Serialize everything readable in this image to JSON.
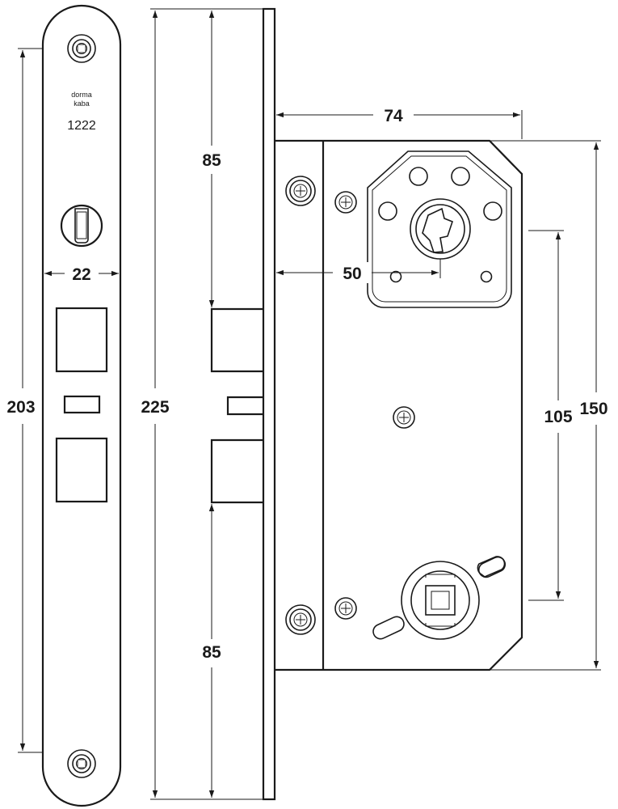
{
  "faceplate": {
    "brand_line1": "dorma",
    "brand_line2": "kaba",
    "model": "1222"
  },
  "dimensions": {
    "faceplate_length": "203",
    "overall_length": "225",
    "faceplate_width": "22",
    "top_to_latch": "85",
    "bottom_to_latch": "85",
    "case_depth": "74",
    "backset": "50",
    "center_distance": "105",
    "case_height": "150"
  },
  "colors": {
    "line": "#1a1a1a",
    "background": "#ffffff"
  }
}
